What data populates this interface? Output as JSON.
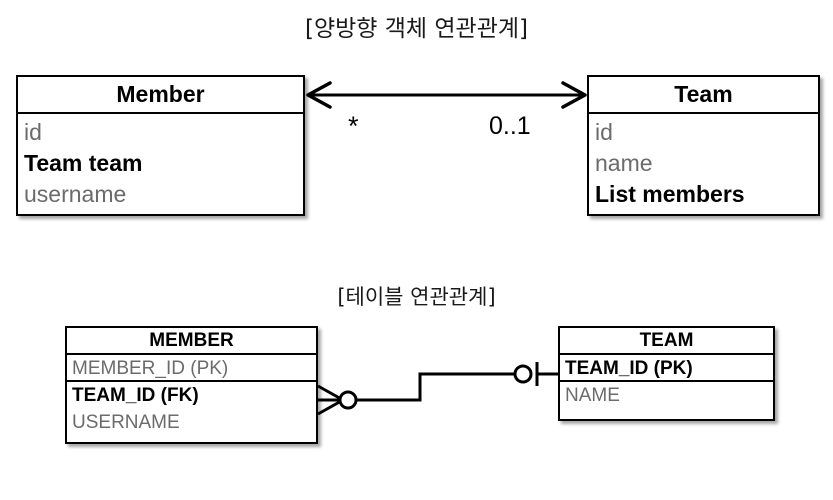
{
  "diagram": {
    "background": "#ffffff",
    "stroke_color": "#000000",
    "muted_text_color": "#6b6b6b"
  },
  "sections": {
    "object": {
      "title": "[양방향 객체 연관관계]",
      "entities": {
        "member": {
          "name": "Member",
          "attributes": [
            {
              "label": "id",
              "emphasis": "muted"
            },
            {
              "label": "Team team",
              "emphasis": "strong"
            },
            {
              "label": "username",
              "emphasis": "muted"
            }
          ]
        },
        "team": {
          "name": "Team",
          "attributes": [
            {
              "label": "id",
              "emphasis": "muted"
            },
            {
              "label": "name",
              "emphasis": "muted"
            },
            {
              "label": "List members",
              "emphasis": "strong"
            }
          ]
        }
      },
      "association": {
        "type": "bidirectional-arrow",
        "source_multiplicity": "*",
        "target_multiplicity": "0..1"
      }
    },
    "table": {
      "title": "[테이블 연관관계]",
      "entities": {
        "member": {
          "name": "MEMBER",
          "columns": [
            {
              "label": "MEMBER_ID (PK)",
              "emphasis": "muted",
              "ruled": true
            },
            {
              "label": "TEAM_ID (FK)",
              "emphasis": "strong",
              "ruled": false
            },
            {
              "label": "USERNAME",
              "emphasis": "muted",
              "ruled": false
            }
          ]
        },
        "team": {
          "name": "TEAM",
          "columns": [
            {
              "label": "TEAM_ID (PK)",
              "emphasis": "strong",
              "ruled": true
            },
            {
              "label": "NAME",
              "emphasis": "muted",
              "ruled": false
            }
          ]
        }
      },
      "relationship": {
        "type": "crows-foot",
        "source_cardinality": "zero-or-many",
        "target_cardinality": "zero-or-one"
      }
    }
  }
}
